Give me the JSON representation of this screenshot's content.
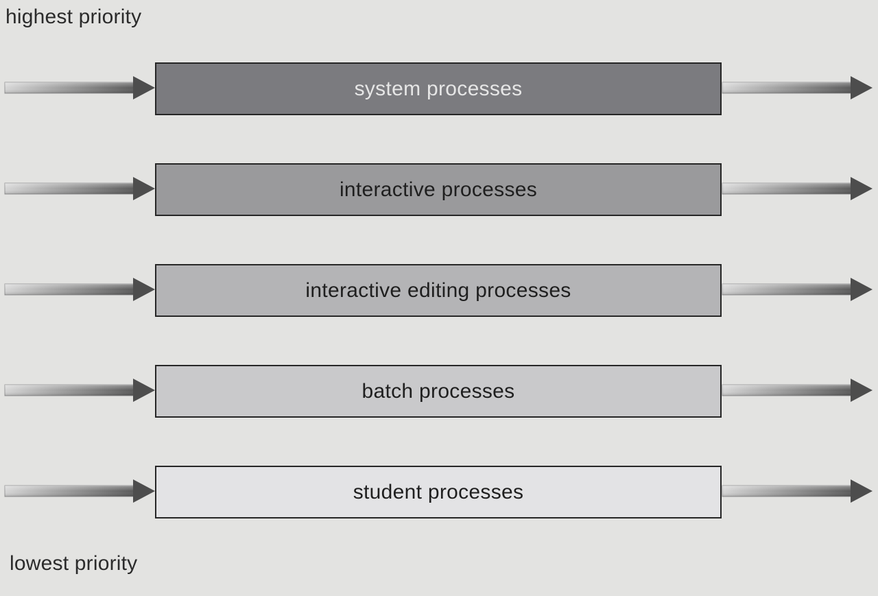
{
  "labels": {
    "highest": "highest priority",
    "lowest": "lowest priority"
  },
  "queues": [
    {
      "label": "system processes",
      "fill": "#7b7b7f",
      "text_color": "#e6e6e6"
    },
    {
      "label": "interactive processes",
      "fill": "#9a9a9c",
      "text_color": "#1f1f1f"
    },
    {
      "label": "interactive editing processes",
      "fill": "#b4b4b6",
      "text_color": "#1f1f1f"
    },
    {
      "label": "batch processes",
      "fill": "#c9c9cb",
      "text_color": "#1f1f1f"
    },
    {
      "label": "student processes",
      "fill": "#e3e3e5",
      "text_color": "#1f1f1f"
    }
  ],
  "arrow_icon": "right-arrow-icon",
  "colors": {
    "background": "#e3e3e1",
    "border": "#262626",
    "arrow_dark": "#555555",
    "arrow_light": "#d4d4d4"
  }
}
